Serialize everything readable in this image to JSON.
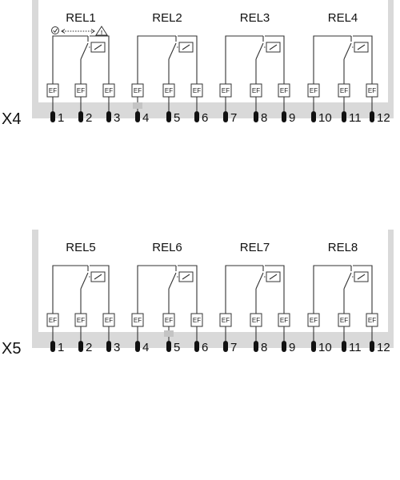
{
  "blocks": [
    {
      "connector": "X4",
      "relays": [
        "REL1",
        "REL2",
        "REL3",
        "REL4"
      ],
      "terminals": [
        "1",
        "2",
        "3",
        "4",
        "5",
        "6",
        "7",
        "8",
        "9",
        "10",
        "11",
        "12"
      ],
      "marker_terminal_index": 3
    },
    {
      "connector": "X5",
      "relays": [
        "REL5",
        "REL6",
        "REL7",
        "REL8"
      ],
      "terminals": [
        "1",
        "2",
        "3",
        "4",
        "5",
        "6",
        "7",
        "8",
        "9",
        "10",
        "11",
        "12"
      ],
      "marker_terminal_index": 4
    }
  ],
  "fuse_label": "EF",
  "warning_mark": "!",
  "annotation_relay": "REL1",
  "colors": {
    "frame": "#d9d9d9",
    "terminal": "#111111",
    "marker": "#c4c4c4"
  }
}
